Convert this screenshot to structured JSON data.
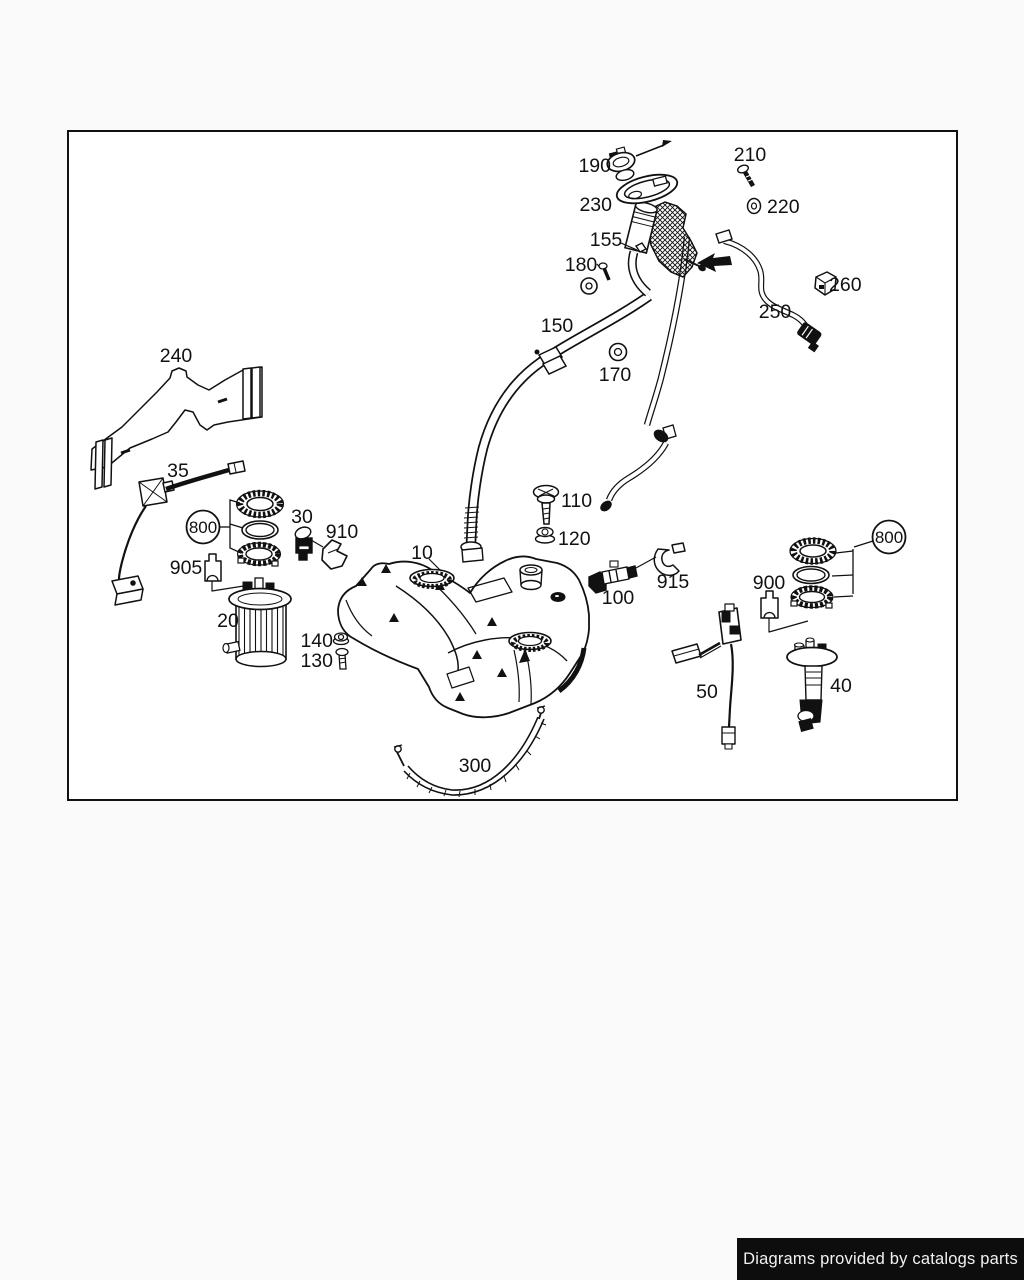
{
  "page": {
    "background_color": "#fafafa",
    "canvas_color": "#ffffff",
    "line_color": "#111111"
  },
  "footer": {
    "text": "Diagrams provided by catalogs parts",
    "background_color": "#0d0d0d",
    "text_color": "#f2f2f2"
  },
  "diagram": {
    "labels": {
      "p10": "10",
      "p20": "20",
      "p30": "30",
      "p35": "35",
      "p40": "40",
      "p50": "50",
      "p100": "100",
      "p110": "110",
      "p120": "120",
      "p130": "130",
      "p140": "140",
      "p150": "150",
      "p155": "155",
      "p170": "170",
      "p180": "180",
      "p190": "190",
      "p210": "210",
      "p220": "220",
      "p230": "230",
      "p240": "240",
      "p250": "250",
      "p260": "260",
      "p300": "300",
      "p800": "800",
      "p900": "900",
      "p905": "905",
      "p910": "910",
      "p915": "915"
    }
  }
}
